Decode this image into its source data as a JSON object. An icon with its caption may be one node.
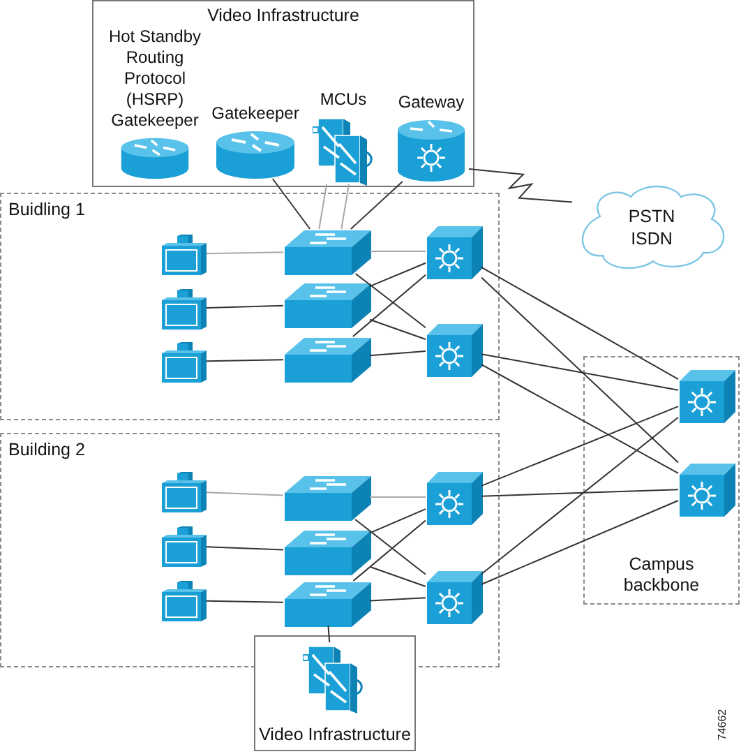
{
  "diagram": {
    "nodes": [
      {
        "text": [
          "Video Infrastructure"
        ]
      },
      {
        "text": [
          "Hot Standby Routing Protocol (HSRP) Gatekeeper"
        ],
        "in": 0
      },
      {
        "text": [
          "Gatekeeper"
        ],
        "in": 0
      },
      {
        "text": [
          "MCUs"
        ],
        "in": 0
      },
      {
        "text": [
          "Gateway"
        ],
        "in": 0
      },
      {
        "text": [
          "Buidling 1"
        ]
      },
      {
        "text": [
          "PSTN ISDN"
        ]
      },
      {
        "text": [],
        "shape": "picture",
        "in": 5
      },
      {
        "text": [],
        "shape": "picture",
        "in": 5
      },
      {
        "text": [],
        "shape": "picture",
        "in": 5
      },
      {
        "text": [],
        "shape": "picture",
        "in": 5
      },
      {
        "text": [],
        "shape": "picture",
        "in": 5
      },
      {
        "text": [],
        "shape": "picture",
        "in": 5
      },
      {
        "text": [],
        "shape": "picture",
        "in": 5
      },
      {
        "text": [],
        "shape": "picture",
        "in": 5
      },
      {
        "text": [
          "Building 2"
        ]
      },
      {
        "text": [],
        "shape": "picture",
        "in": 15
      },
      {
        "text": [],
        "shape": "picture",
        "in": 15
      },
      {
        "text": [],
        "shape": "picture",
        "in": 15
      },
      {
        "text": [],
        "shape": "picture",
        "in": 15
      },
      {
        "text": [],
        "shape": "picture",
        "in": 15
      },
      {
        "text": [],
        "shape": "picture",
        "in": 15
      },
      {
        "text": [],
        "shape": "picture",
        "in": 15
      },
      {
        "text": [],
        "shape": "picture",
        "in": 15
      },
      {
        "text": [
          "Video Infrastructure"
        ]
      },
      {
        "text": [],
        "shape": "picture",
        "in": 24
      },
      {
        "text": [
          "Campus backbone"
        ]
      },
      {
        "text": [],
        "shape": "picture",
        "in": 26
      },
      {
        "text": [],
        "shape": "picture",
        "in": 26
      }
    ],
    "edges": [
      {
        "from": 2,
        "to": 10,
        "arrow": "none"
      },
      {
        "from": 3,
        "to": 10,
        "arrow": "none",
        "color": "#a8a8a8"
      },
      {
        "from": 3,
        "to": 10,
        "arrow": "none",
        "color": "#a8a8a8"
      },
      {
        "from": 4,
        "to": 10,
        "arrow": "none"
      },
      {
        "from": 4,
        "to": 6,
        "arrow": "none"
      },
      {
        "from": 7,
        "to": 10,
        "arrow": "none",
        "color": "#a8a8a8"
      },
      {
        "from": 8,
        "to": 11,
        "arrow": "none"
      },
      {
        "from": 9,
        "to": 12,
        "arrow": "none"
      },
      {
        "from": 10,
        "to": 13,
        "arrow": "none",
        "color": "#a8a8a8"
      },
      {
        "from": 10,
        "to": 14,
        "arrow": "none"
      },
      {
        "from": 11,
        "to": 13,
        "arrow": "none"
      },
      {
        "from": 11,
        "to": 14,
        "arrow": "none"
      },
      {
        "from": 12,
        "to": 13,
        "arrow": "none"
      },
      {
        "from": 12,
        "to": 14,
        "arrow": "none"
      },
      {
        "from": 16,
        "to": 19,
        "arrow": "none",
        "color": "#a8a8a8"
      },
      {
        "from": 17,
        "to": 20,
        "arrow": "none"
      },
      {
        "from": 18,
        "to": 21,
        "arrow": "none"
      },
      {
        "from": 19,
        "to": 22,
        "arrow": "none",
        "color": "#a8a8a8"
      },
      {
        "from": 19,
        "to": 23,
        "arrow": "none"
      },
      {
        "from": 20,
        "to": 22,
        "arrow": "none"
      },
      {
        "from": 20,
        "to": 23,
        "arrow": "none"
      },
      {
        "from": 21,
        "to": 22,
        "arrow": "none"
      },
      {
        "from": 21,
        "to": 23,
        "arrow": "none"
      },
      {
        "from": 21,
        "to": 25,
        "arrow": "none"
      },
      {
        "from": 13,
        "to": 27,
        "arrow": "none"
      },
      {
        "from": 13,
        "to": 28,
        "arrow": "none"
      },
      {
        "from": 14,
        "to": 27,
        "arrow": "none"
      },
      {
        "from": 14,
        "to": 28,
        "arrow": "none"
      },
      {
        "from": 22,
        "to": 27,
        "arrow": "none"
      },
      {
        "from": 22,
        "to": 28,
        "arrow": "none"
      },
      {
        "from": 23,
        "to": 27,
        "arrow": "none"
      },
      {
        "from": 23,
        "to": 28,
        "arrow": "none"
      }
    ],
    "labels": [
      "74662"
    ]
  }
}
